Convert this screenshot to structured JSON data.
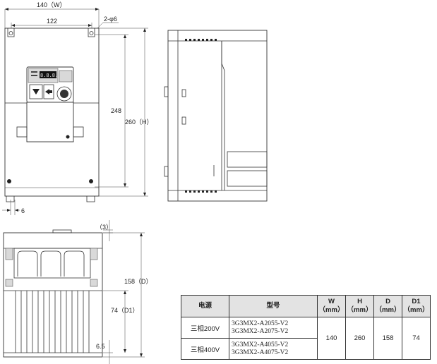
{
  "front_view": {
    "width_label": "140（W）",
    "inner_width_label": "122",
    "hole_label": "2-φ6",
    "inner_height_label": "248",
    "height_label": "260（H）",
    "bottom_offset_label": "6",
    "display_text": "8.8.8.8.8"
  },
  "bottom_view": {
    "offset_label": "（3）",
    "depth_label": "158（D）",
    "d1_label": "74（D1）",
    "bottom_label": "6.5"
  },
  "table": {
    "headers": {
      "series": "电源",
      "model": "型号",
      "w": "W",
      "h": "H",
      "d": "D",
      "d1": "D1",
      "unit": "（mm）"
    },
    "rows": [
      {
        "series": "三相200V",
        "models": [
          "3G3MX2-A2055-V2",
          "3G3MX2-A2075-V2"
        ]
      },
      {
        "series": "三相400V",
        "models": [
          "3G3MX2-A4055-V2",
          "3G3MX2-A4075-V2"
        ]
      }
    ],
    "values": {
      "w": "140",
      "h": "260",
      "d": "158",
      "d1": "74"
    }
  },
  "colors": {
    "line": "#333333",
    "header_fill": "#e3e3e3",
    "panel_gray": "#d9d9d9"
  }
}
